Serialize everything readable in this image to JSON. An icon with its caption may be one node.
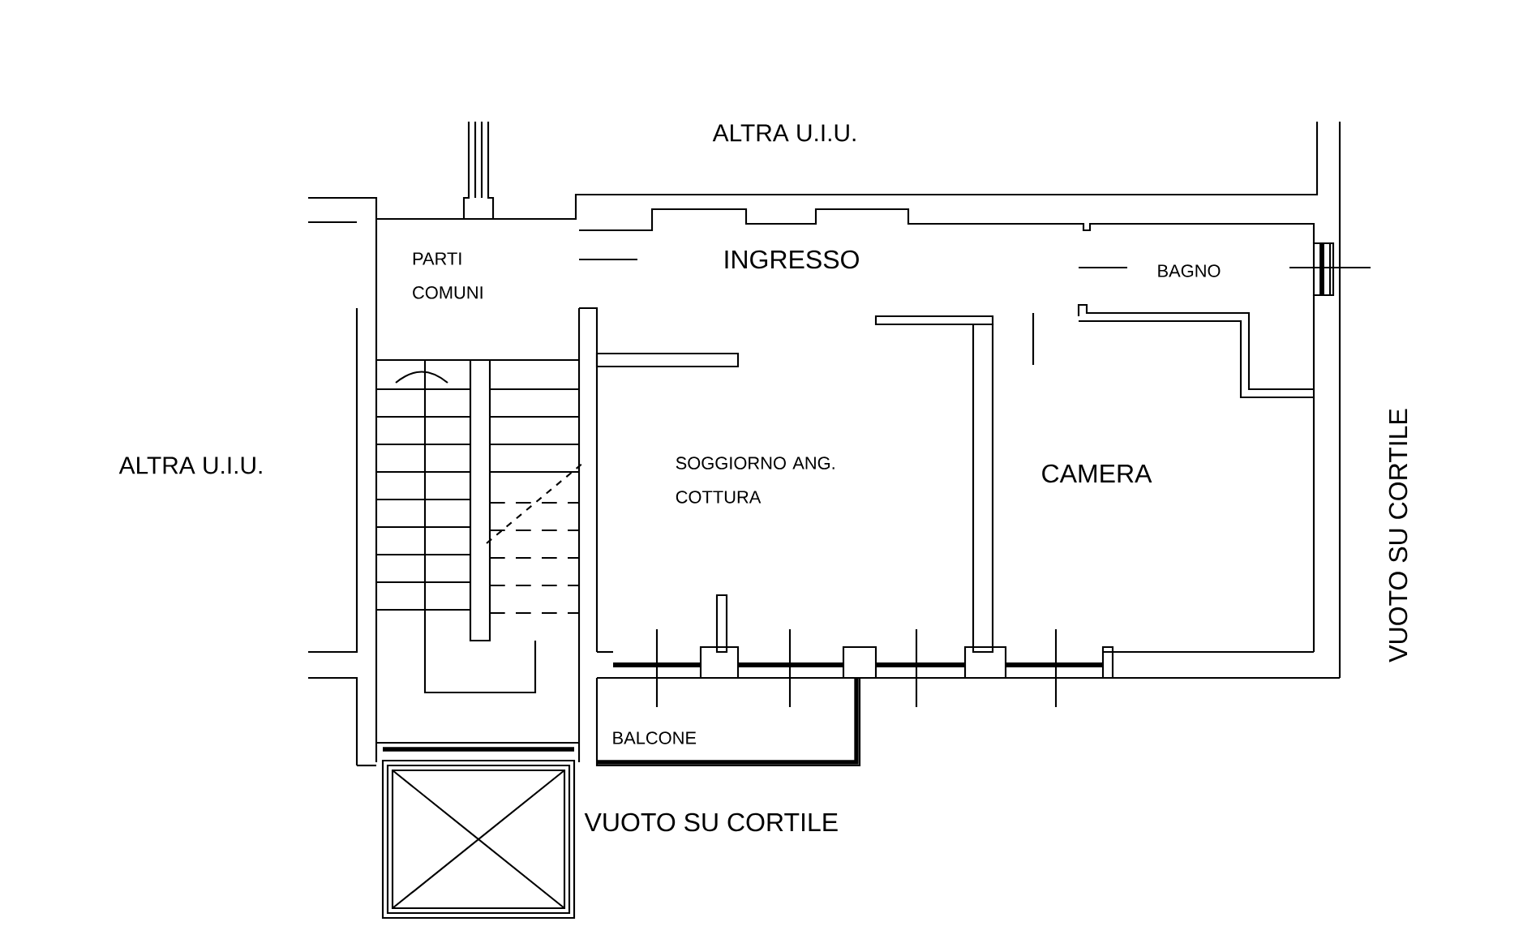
{
  "diagram": {
    "labels": [
      "ALTRA U.I.U.",
      "PARTI COMUNI",
      "INGRESSO",
      "BAGNO",
      "ALTRA U.I.U.",
      "SOGGIORNO ANG. COTTURA",
      "CAMERA",
      "VUOTO SU CORTILE",
      "BALCONE",
      "VUOTO SU CORTILE"
    ]
  }
}
